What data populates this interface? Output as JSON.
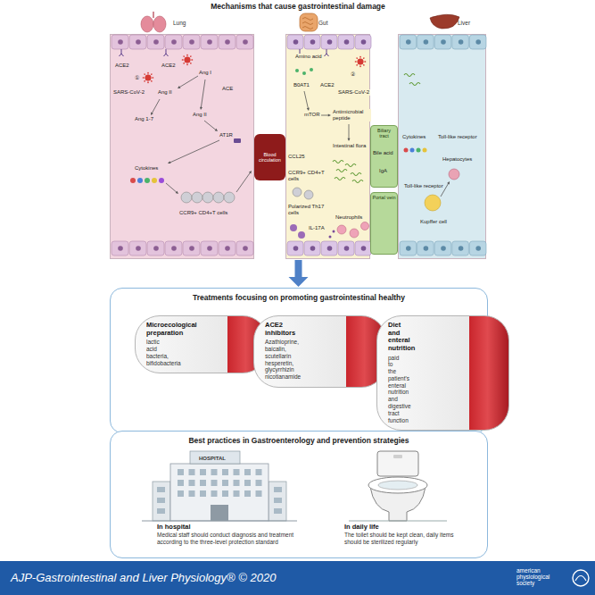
{
  "diagram": {
    "title": "Mechanisms that cause gastrointestinal damage",
    "nodes": [
      {
        "text": [
          "Mechanisms that cause gastrointestinal damage"
        ]
      },
      {
        "text": [
          "Lung"
        ],
        "in": 0
      },
      {
        "text": [
          "Blood circulation"
        ],
        "in": 0
      },
      {
        "text": [
          "Gut"
        ],
        "in": 0
      },
      {
        "text": [
          "Biliary tract"
        ],
        "in": 0
      },
      {
        "text": [
          "Portal vein"
        ],
        "in": 0
      },
      {
        "text": [
          "Liver"
        ],
        "in": 0
      },
      {
        "text": [
          "Treatments focusing on promoting gastrointestinal healthy"
        ]
      },
      {
        "text": [
          "Microecological preparation",
          "lactic acid bacteria, bifidobacteria"
        ],
        "in": 7
      },
      {
        "text": [
          "ACE2 inhibitors",
          "Azathioprine, baicalin, scutellarin hesperetin, glycyrrhizin nicotianamide"
        ],
        "in": 7
      },
      {
        "text": [
          "Diet and enteral nutrition",
          "paid to the patient's enteral nutrition and digestive tract function"
        ],
        "in": 7
      },
      {
        "text": [
          "Best practices in Gastroenterology and prevention strategies"
        ]
      },
      {
        "text": [
          "In hospital",
          "Medical staff should conduct diagnosis and treatment according to the three-level protection standard"
        ],
        "in": 11
      },
      {
        "text": [
          "In daily life",
          "The toilet should be kept clean, daily items should be sterilized regularly"
        ],
        "in": 11
      },
      {
        "text": [
          "AJP-Gastrointestinal and Liver Physiology® © 2020",
          "american physiological society"
        ]
      }
    ],
    "edges": [
      {
        "from": 0,
        "to": 7,
        "arrow": "to"
      },
      {
        "from": 7,
        "to": 11,
        "arrow": "to"
      }
    ],
    "labels": [
      "ACE2",
      "ACE2",
      "①",
      "SARS-CoV-2",
      "Ang II",
      "Ang I",
      "ACE",
      "Ang 1-7",
      "Ang II",
      "AT1R",
      "Cytokines",
      "CCR9+ CD4+T cells",
      "Amino acid",
      "B0AT1",
      "ACE2",
      "②",
      "SARS-CoV-2",
      "mTOR",
      "Antimicrobial peptide",
      "CCL25",
      "CCR9+ CD4+T cells",
      "Intestinal flora",
      "Polarized Th17 cells",
      "IL-17A",
      "Neutrophils",
      "Bile acid",
      "IgA",
      "Cytokines",
      "Toll-like receptor",
      "Hepatocytes",
      "Toll-like receptor",
      "Kupffer cell",
      "HOSPITAL"
    ]
  }
}
